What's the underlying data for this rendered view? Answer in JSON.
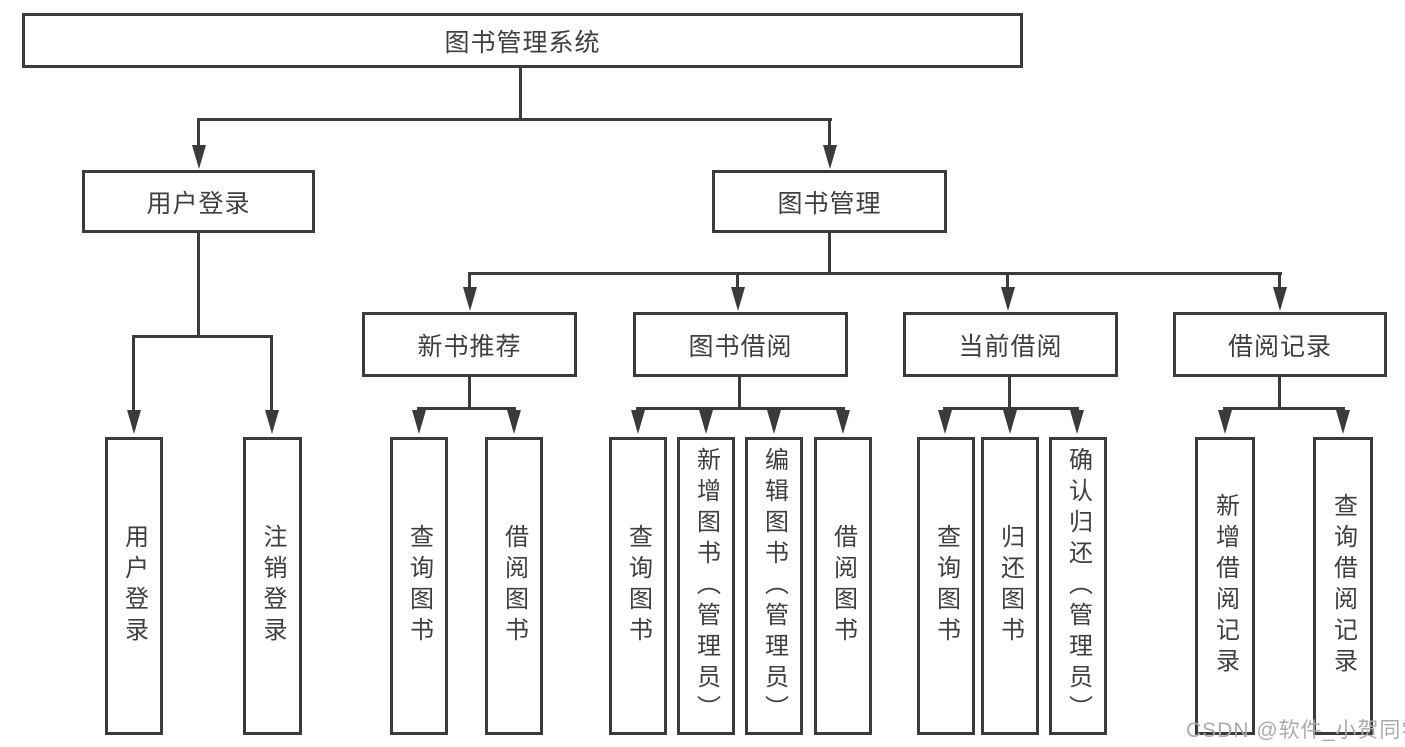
{
  "diagram_type": "functional-structure-tree",
  "tree": {
    "root": {
      "label": "图书管理系统"
    },
    "children": [
      {
        "label": "用户登录",
        "children": [
          {
            "label": "用户登录"
          },
          {
            "label": "注销登录"
          }
        ]
      },
      {
        "label": "图书管理",
        "children": [
          {
            "label": "新书推荐",
            "children": [
              {
                "label": "查询图书"
              },
              {
                "label": "借阅图书"
              }
            ]
          },
          {
            "label": "图书借阅",
            "children": [
              {
                "label": "查询图书"
              },
              {
                "label": "新增图书（管理员）"
              },
              {
                "label": "编辑图书（管理员）"
              },
              {
                "label": "借阅图书"
              }
            ]
          },
          {
            "label": "当前借阅",
            "children": [
              {
                "label": "查询图书"
              },
              {
                "label": "归还图书"
              },
              {
                "label": "确认归还（管理员）"
              }
            ]
          },
          {
            "label": "借阅记录",
            "children": [
              {
                "label": "新增借阅记录"
              },
              {
                "label": "查询借阅记录"
              }
            ]
          }
        ]
      }
    ]
  },
  "watermark": {
    "text": "CSDN @软件_小贺同学",
    "color": "#ababab"
  },
  "colors": {
    "line": "#3b3b3b",
    "border": "#3b3b3b",
    "text": "#3f3f3f",
    "background": "#ffffff"
  }
}
